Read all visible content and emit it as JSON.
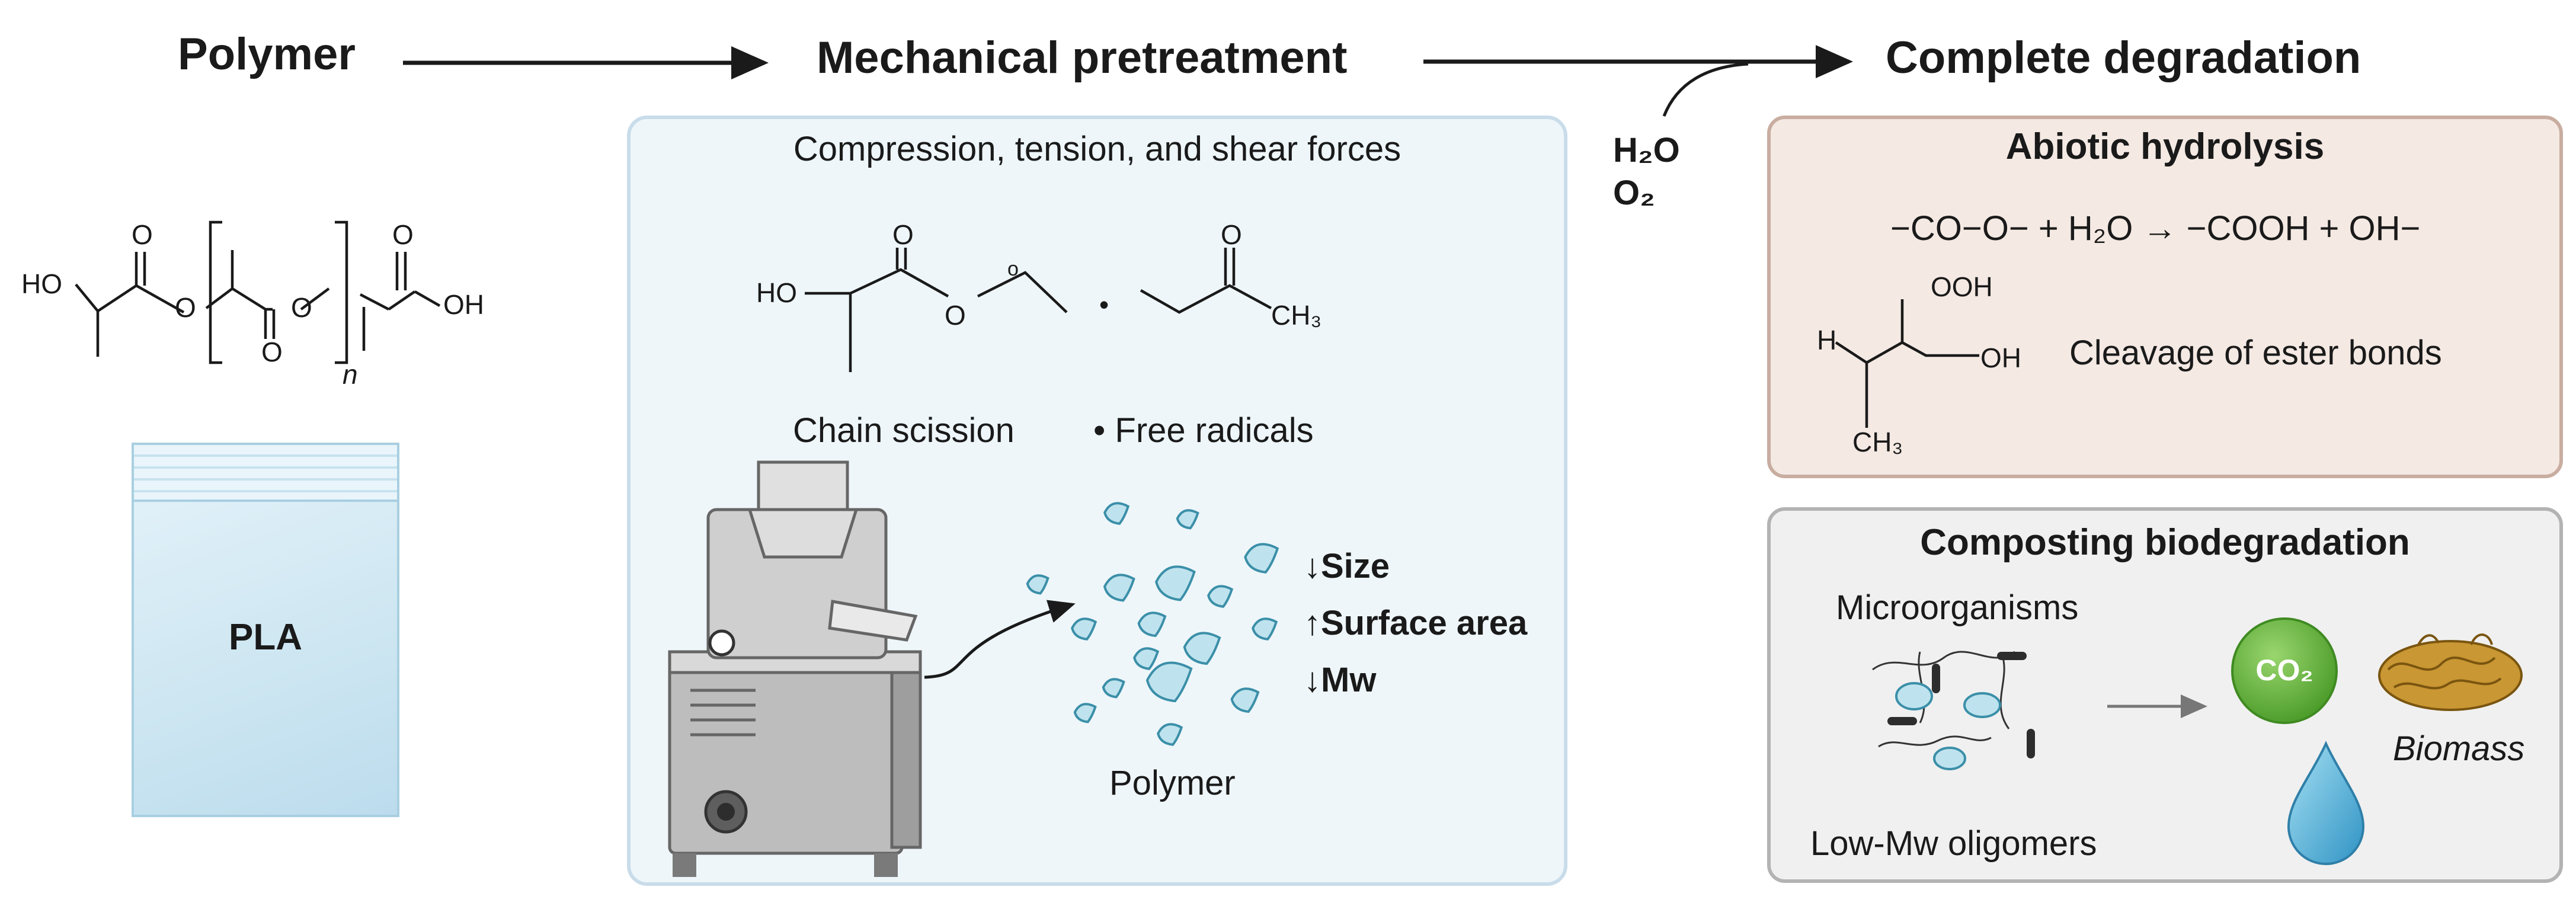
{
  "headers": {
    "polymer": "Polymer",
    "mechanical": "Mechanical pretreatment",
    "complete": "Complete degradation"
  },
  "inputs": {
    "water": "H₂O",
    "oxygen": "O₂"
  },
  "polymer_section": {
    "structure": {
      "ho": "HO",
      "o_top_left": "O",
      "o_link_left": "O",
      "o_carbonyl_mid": "O",
      "o_link_mid": "O",
      "o_top_right": "O",
      "oh": "OH",
      "n_subscript": "n"
    },
    "bag_label": "PLA"
  },
  "mechanical_section": {
    "forces": "Compression, tension, and shear forces",
    "structure": {
      "ho": "HO",
      "o_carbonyl": "O",
      "o_ester": "O",
      "o_radical": "o",
      "radical_dot": "•",
      "o_ketone": "O",
      "ch3": "CH₃"
    },
    "chain_scission": "Chain scission",
    "free_radicals": "• Free radicals",
    "effects": [
      "↓Size",
      "↑Surface area",
      "↓Mw"
    ],
    "product": "Polymer"
  },
  "hydrolysis": {
    "title": "Abiotic hydrolysis",
    "equation": "−CO−O− + H₂O → −COOH + OH−",
    "structure": {
      "ooh": "OOH",
      "h": "H",
      "oh": "OH",
      "ch3": "CH₃"
    },
    "caption": "Cleavage of ester bonds"
  },
  "composting": {
    "title": "Composting biodegradation",
    "microorganisms": "Microorganisms",
    "oligomers": "Low-Mw oligomers",
    "co2": "CO₂",
    "biomass": "Biomass"
  },
  "colors": {
    "fragment_fill": "#bfe3ee",
    "fragment_stroke": "#3b8fa8",
    "mech_panel_bg": "#eef6fa",
    "hydrolysis_panel_bg": "#f4e9e3",
    "composting_panel_bg": "#f0f0f0",
    "co2_green": "#6cbf43",
    "water_drop": "#4fb3d9"
  },
  "icons": [
    "grinding-mill-icon",
    "polymer-fragments-icon",
    "microorganisms-icon",
    "co2-bubble-icon",
    "water-drop-icon",
    "biomass-icon"
  ]
}
